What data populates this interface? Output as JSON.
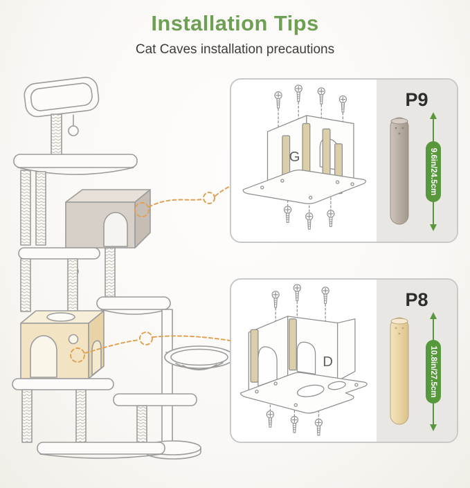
{
  "header": {
    "title": "Installation Tips",
    "subtitle": "Cat Caves installation precautions"
  },
  "panels": [
    {
      "cave_label": "G",
      "part_label": "P9",
      "measurement": "9.6in/24.5cm"
    },
    {
      "cave_label": "D",
      "part_label": "P8",
      "measurement": "10.8in/27.5cm"
    }
  ],
  "colors": {
    "title_green": "#6da053",
    "measure_green": "#57983d",
    "connector_orange": "#dfa255",
    "line_art_gray": "#9b9b9b",
    "cave_gray_front": "#d7d0c8",
    "cave_beige_front": "#f2e4c2",
    "pole_p9_gray": "#b2a89e",
    "pole_p8_beige": "#ecd8ad",
    "panel_border": "#c9c9c9",
    "panel_side_bg": "#e9e7e3"
  }
}
